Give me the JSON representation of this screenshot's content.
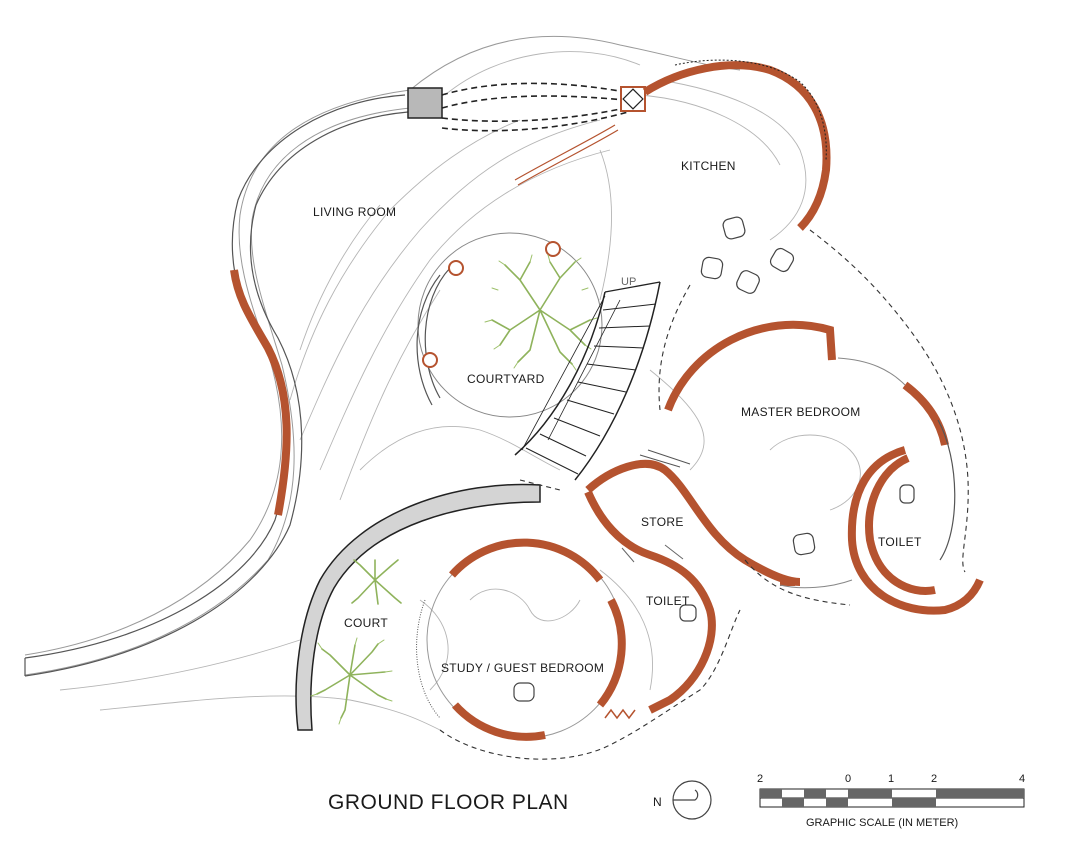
{
  "plan": {
    "title": "GROUND FLOOR PLAN",
    "rooms": {
      "kitchen": "KITCHEN",
      "living_room": "LIVING ROOM",
      "courtyard": "COURTYARD",
      "master_bedroom": "MASTER BEDROOM",
      "store": "STORE",
      "toilet_1": "TOILET",
      "toilet_2": "TOILET",
      "court": "COURT",
      "study": "STUDY / GUEST BEDROOM"
    },
    "stair_label": "UP",
    "north_label": "N",
    "scale": {
      "caption": "GRAPHIC SCALE (IN METER)",
      "ticks": [
        "2",
        "0",
        "1",
        "2",
        "4"
      ]
    },
    "colors": {
      "wall": "#b5532f",
      "wall_fill": "#e9b79c",
      "tree": "#8fb35c",
      "line": "#9a9a9a"
    }
  }
}
